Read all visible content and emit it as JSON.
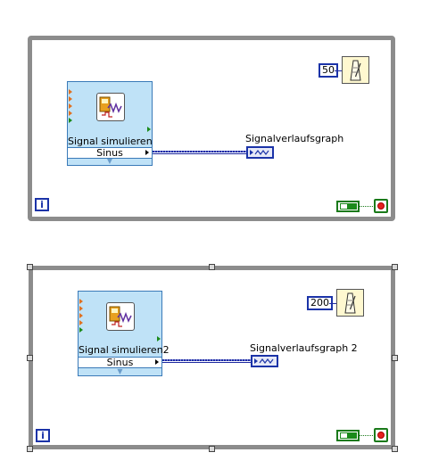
{
  "loops": [
    {
      "iteration_label": "i",
      "express_vi": {
        "title": "Signal simulieren",
        "selection": "Sinus"
      },
      "graph_terminal": {
        "label": "Signalverlaufsgraph"
      },
      "wait_constant": "50",
      "stop": {
        "icon": "stop-button-icon"
      },
      "selected": false
    },
    {
      "iteration_label": "i",
      "express_vi": {
        "title": "Signal simulieren2",
        "selection": "Sinus"
      },
      "graph_terminal": {
        "label": "Signalverlaufsgraph 2"
      },
      "wait_constant": "200",
      "stop": {
        "icon": "stop-button-icon"
      },
      "selected": true
    }
  ],
  "colors": {
    "loop_border": "#8c8c8c",
    "express_bg": "#bfe2f7",
    "wire": "#1e2aa0",
    "boolean": "#1a7a1a",
    "stop": "#e52020"
  }
}
